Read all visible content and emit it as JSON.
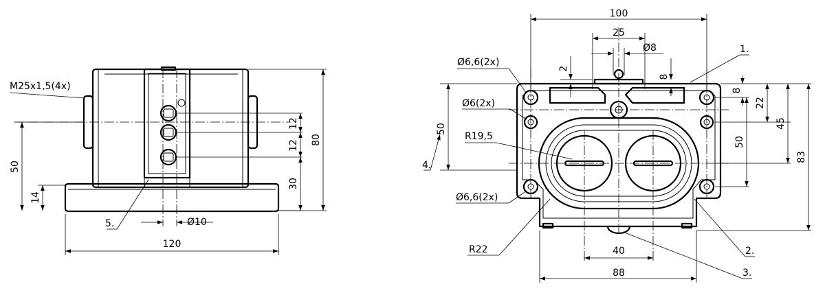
{
  "left_view": {
    "dimensions": {
      "thread": "M25x1,5(4x)",
      "d50": "50",
      "d14": "14",
      "d12a": "12",
      "d12b": "12",
      "d30": "30",
      "d80": "80",
      "d10": "Ø10",
      "d120": "120"
    },
    "callouts": {
      "c5": "5."
    }
  },
  "right_view": {
    "dimensions": {
      "d100": "100",
      "d25": "25",
      "d8dia": "Ø8",
      "hole66a": "Ø6,6(2x)",
      "hole6": "Ø6(2x)",
      "r195": "R19,5",
      "hole66b": "Ø6,6(2x)",
      "r22": "R22",
      "d40": "40",
      "d88": "88",
      "d2": "2",
      "d8top": "8",
      "d8r": "8",
      "d22": "22",
      "d45": "45",
      "d50r": "50",
      "d83": "83",
      "d50l": "50"
    },
    "callouts": {
      "c1": "1.",
      "c2": "2.",
      "c3": "3.",
      "c4": "4."
    }
  }
}
